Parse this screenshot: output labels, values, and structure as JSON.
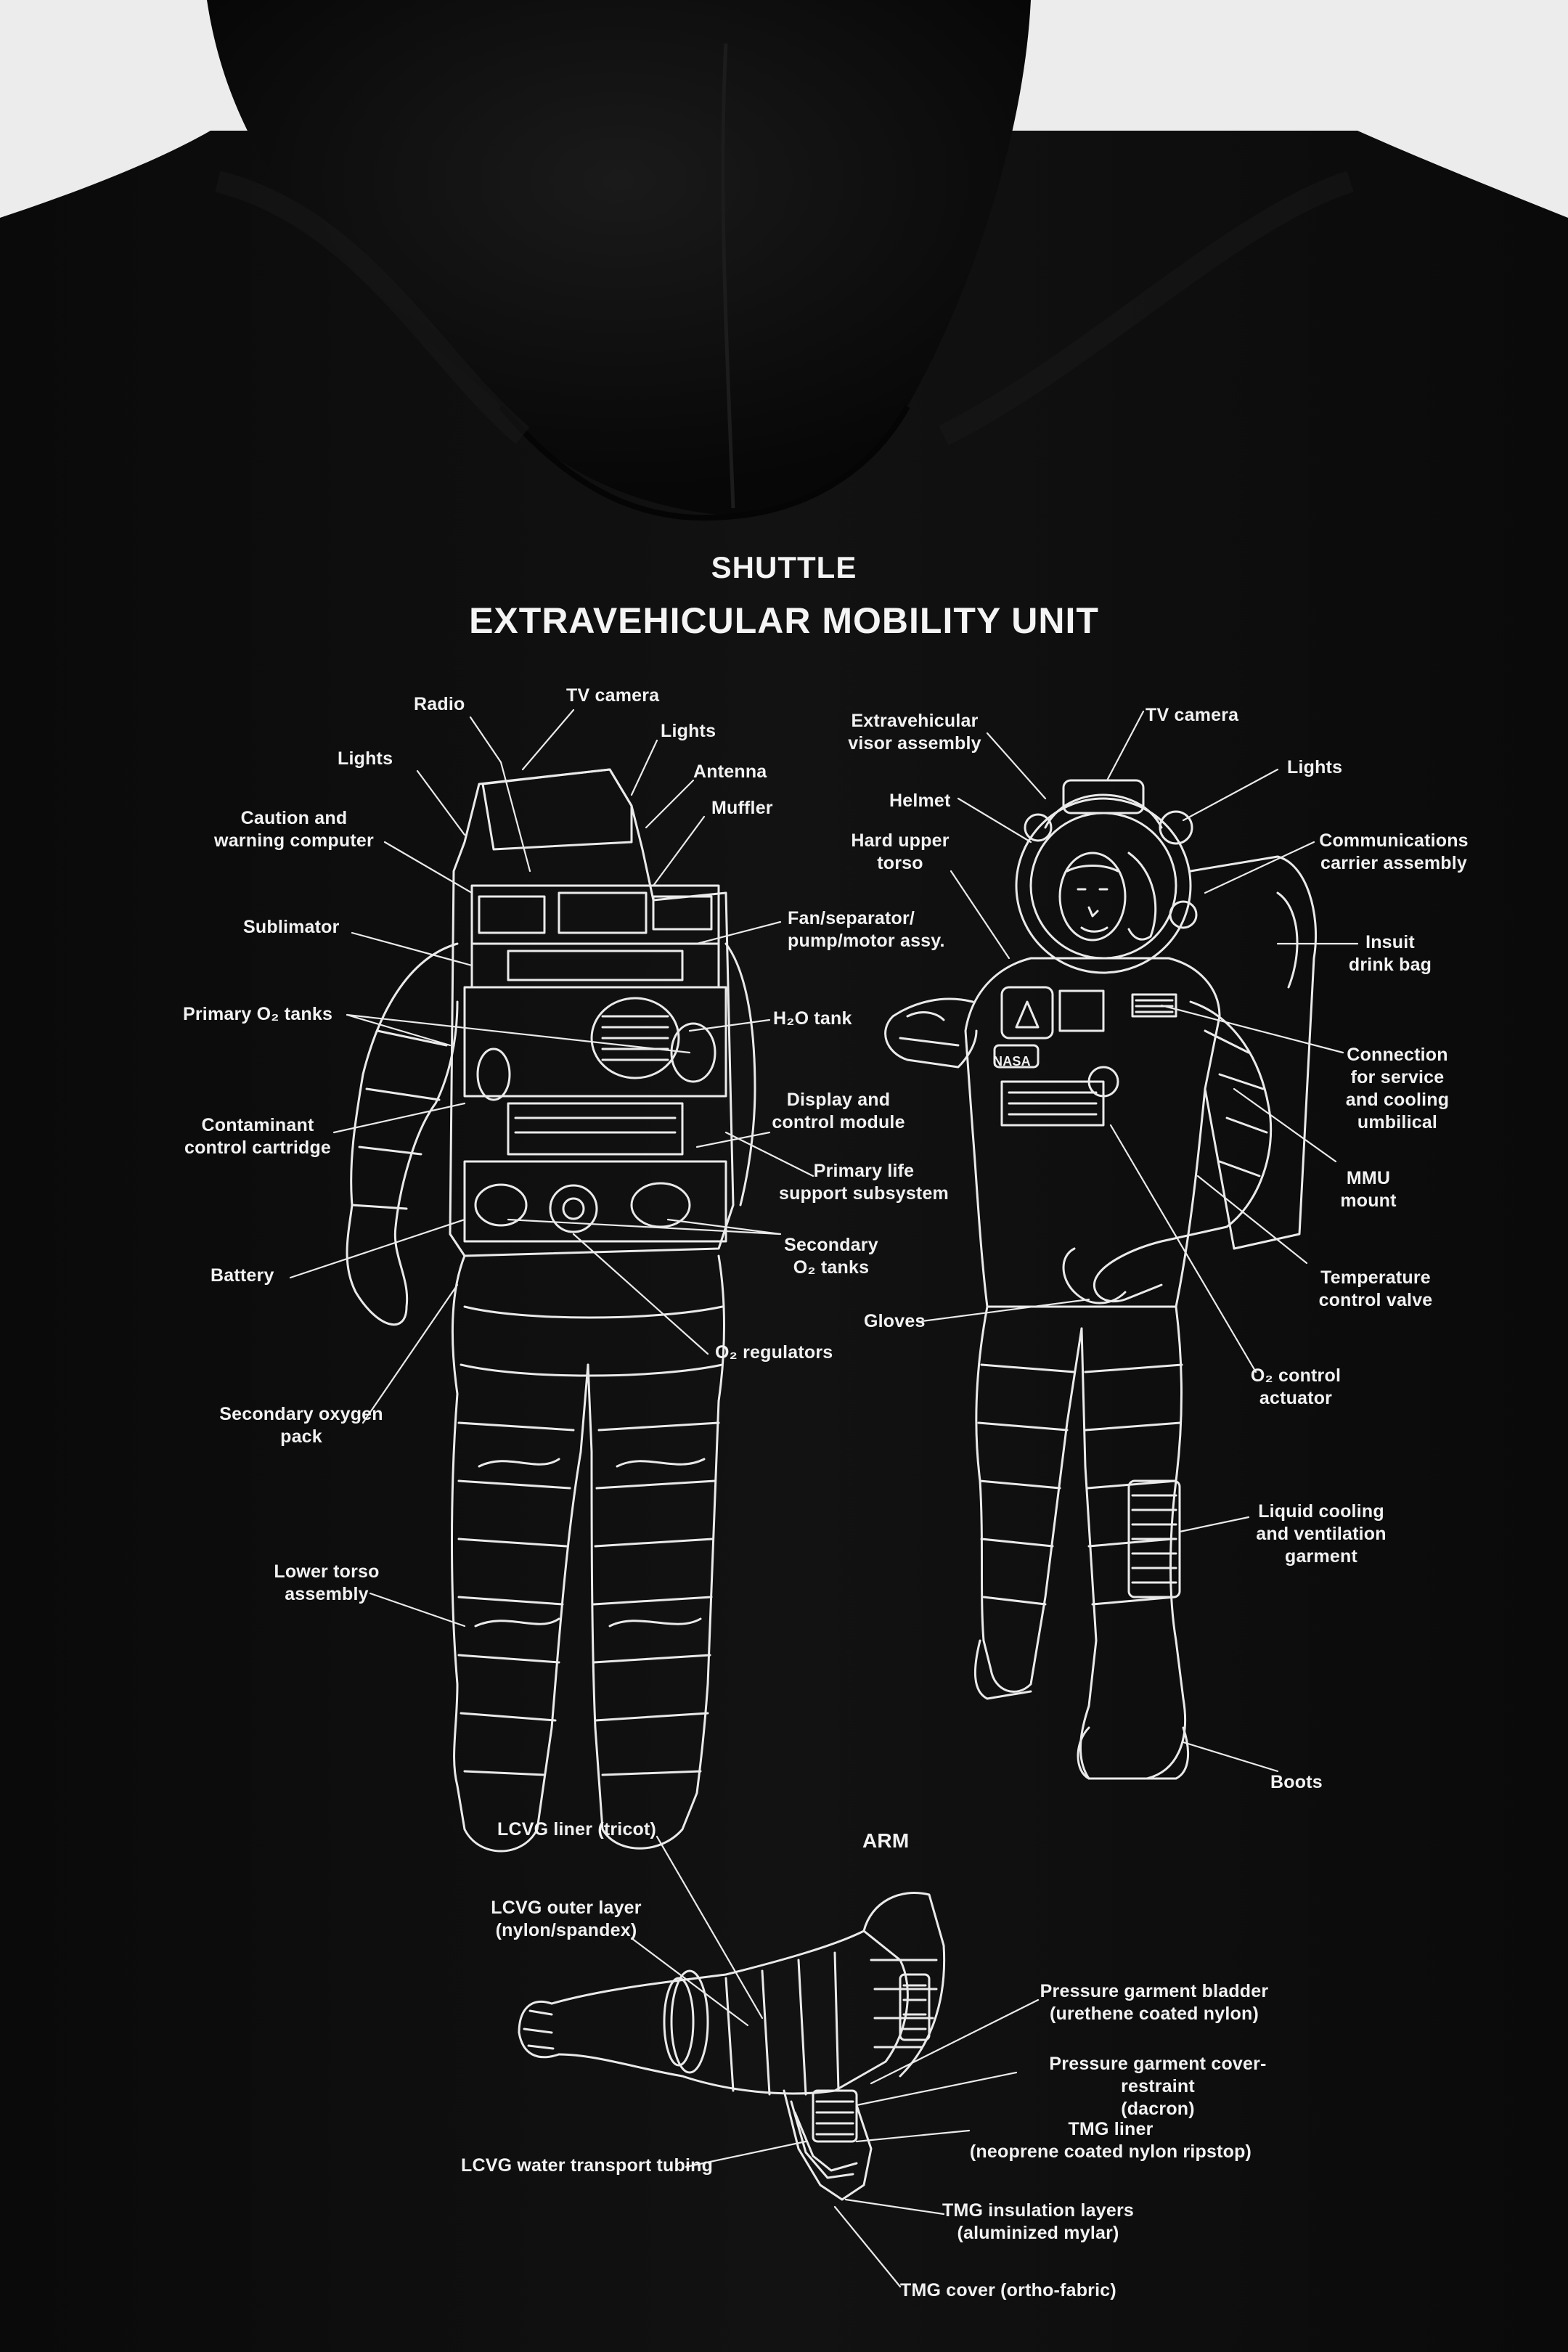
{
  "title": {
    "line1": "SHUTTLE",
    "line2": "EXTRAVEHICULAR MOBILITY UNIT"
  },
  "back_view_labels": {
    "radio": "Radio",
    "tv_camera": "TV camera",
    "lights_1": "Lights",
    "lights_2": "Lights",
    "antenna": "Antenna",
    "muffler": "Muffler",
    "caution": "Caution and\nwarning computer",
    "sublimator": "Sublimator",
    "fan": "Fan/separator/\npump/motor assy.",
    "primary_o2": "Primary O₂ tanks",
    "h2o": "H₂O tank",
    "contaminant": "Contaminant\ncontrol cartridge",
    "display": "Display and\ncontrol module",
    "primary_life": "Primary life\nsupport subsystem",
    "battery": "Battery",
    "secondary_o2": "Secondary\nO₂ tanks",
    "o2_regulators": "O₂ regulators",
    "secondary_pack": "Secondary oxygen\npack",
    "lower_torso": "Lower torso\nassembly"
  },
  "front_view_labels": {
    "visor": "Extravehicular\nvisor assembly",
    "tv_camera": "TV camera",
    "lights": "Lights",
    "helmet": "Helmet",
    "comm_carrier": "Communications\ncarrier assembly",
    "hut": "Hard upper\ntorso",
    "insuit": "Insuit\ndrink bag",
    "connection": "Connection\nfor service\nand cooling\numbilical",
    "mmu": "MMU\nmount",
    "temp_valve": "Temperature\ncontrol valve",
    "gloves": "Gloves",
    "o2_actuator": "O₂ control\nactuator",
    "lcvg_garment": "Liquid cooling\nand ventilation\ngarment",
    "boots": "Boots",
    "nasa_patch": "NASA"
  },
  "arm_labels": {
    "heading": "ARM",
    "lcvg_liner": "LCVG liner (tricot)",
    "lcvg_outer": "LCVG outer layer\n(nylon/spandex)",
    "bladder": "Pressure garment bladder\n(urethene coated nylon)",
    "cover_restraint": "Pressure garment cover-restraint\n(dacron)",
    "water_tubing": "LCVG water transport tubing",
    "tmg_liner": "TMG liner\n(neoprene coated nylon ripstop)",
    "tmg_insulation": "TMG insulation layers\n(aluminized mylar)",
    "tmg_cover": "TMG cover (ortho-fabric)"
  },
  "colors": {
    "fabric": "#0e0e0e",
    "wall": "#ececec",
    "ink": "#f2f2f2"
  }
}
